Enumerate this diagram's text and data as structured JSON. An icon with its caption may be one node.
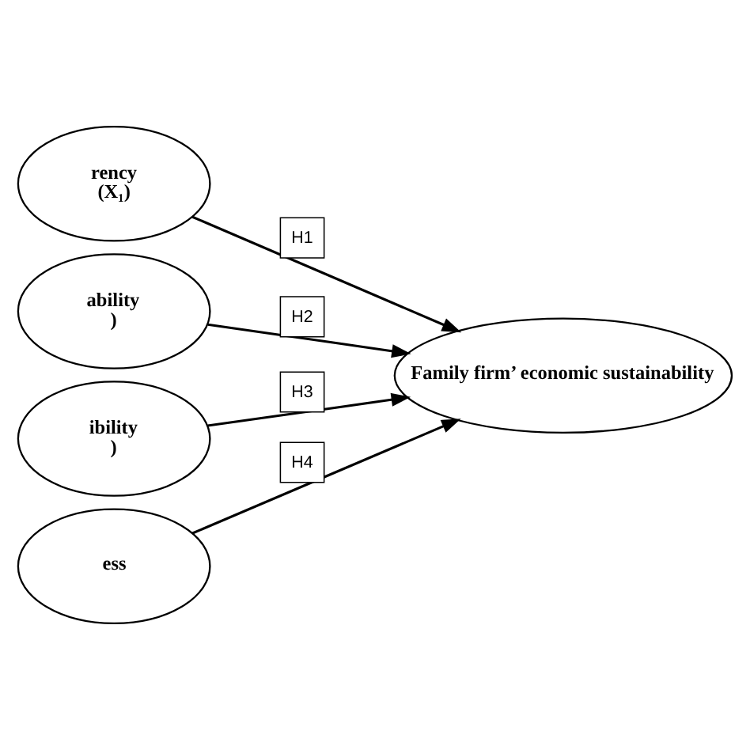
{
  "diagram": {
    "nodes": [
      {
        "text": [
          "rency",
          "(X₁)"
        ]
      },
      {
        "text": [
          "ability",
          ")"
        ]
      },
      {
        "text": [
          "ibility",
          ")"
        ]
      },
      {
        "text": [
          "ess"
        ]
      },
      {
        "text": [
          "Family firm’ economic sustainability"
        ]
      }
    ],
    "edges": [
      {
        "from": 0,
        "to": 4,
        "arrow": "to",
        "label": "H1"
      },
      {
        "from": 1,
        "to": 4,
        "arrow": "to",
        "label": "H2"
      },
      {
        "from": 2,
        "to": 4,
        "arrow": "to",
        "label": "H3"
      },
      {
        "from": 3,
        "to": 4,
        "arrow": "to",
        "label": "H4"
      }
    ]
  }
}
